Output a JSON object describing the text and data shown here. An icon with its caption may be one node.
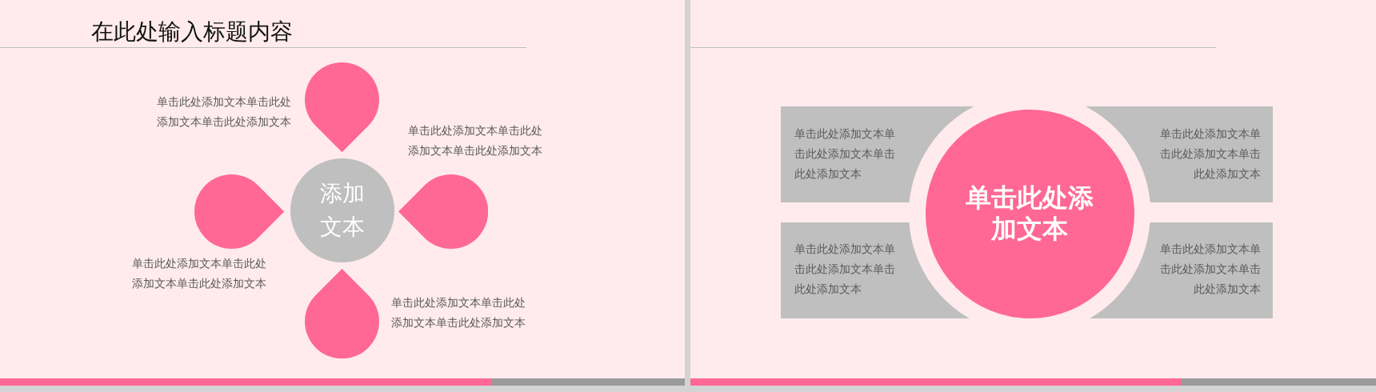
{
  "diagram": {
    "title": "在此处输入标题内容",
    "nodes": [
      {
        "text": [],
        "shape": "teardrop",
        "beside": [
          "单击此处添加文本单击此处添加文本单击此处添加文本"
        ]
      },
      {
        "text": [],
        "shape": "teardrop",
        "beside": [
          "单击此处添加文本单击此处添加文本单击此处添加文本"
        ]
      },
      {
        "text": [
          "添加文本"
        ]
      },
      {
        "text": [],
        "shape": "teardrop",
        "beside": [
          "单击此处添加文本单击此处添加文本单击此处添加文本"
        ]
      },
      {
        "text": [],
        "shape": "teardrop",
        "beside": [
          "单击此处添加文本单击此处添加文本单击此处添加文本"
        ]
      },
      {
        "text": [
          "单击此处添加文本单击此处添加文本单击此处添加文本"
        ]
      },
      {
        "text": [
          "单击此处添加文本"
        ]
      },
      {
        "text": [
          "单击此处添加文本单击此处添加文本单击此处添加文本"
        ]
      },
      {
        "text": [
          "单击此处添加文本单击此处添加文本单击此处添加文本"
        ]
      },
      {
        "text": [
          "单击此处添加文本单击此处添加文本单击此处添加文本"
        ]
      }
    ]
  }
}
